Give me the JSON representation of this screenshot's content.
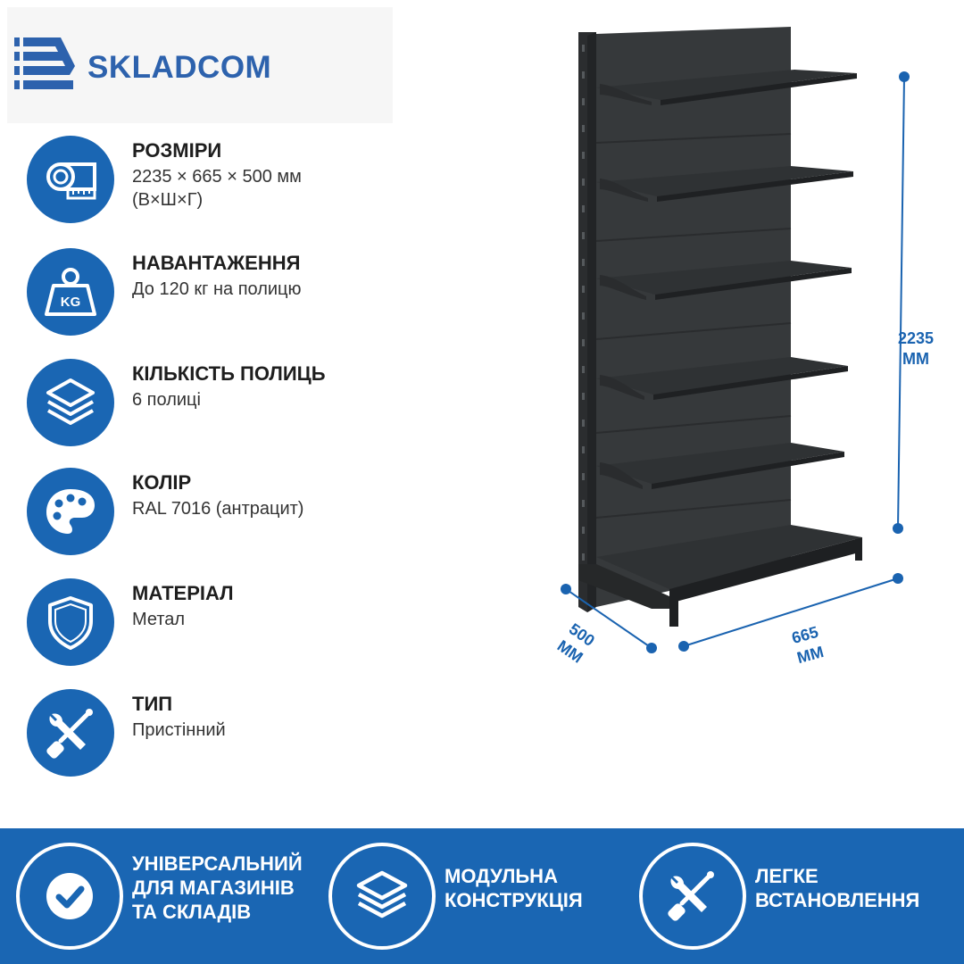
{
  "brand": {
    "name": "SKLADCOM",
    "colors": {
      "primary": "#1a66b3",
      "logo": "#2d62ad",
      "shelf": "#2b2d2f"
    }
  },
  "features": [
    {
      "icon": "tape-measure-icon",
      "title": "РОЗМІРИ",
      "lines": [
        "2235 × 665 × 500 мм",
        "(В×Ш×Г)"
      ]
    },
    {
      "icon": "weight-kg-icon",
      "title": "НАВАНТАЖЕННЯ",
      "lines": [
        "До 120 кг на полицю"
      ]
    },
    {
      "icon": "layers-icon",
      "title": "КІЛЬКІСТЬ ПОЛИЦЬ",
      "lines": [
        "6 полиці"
      ]
    },
    {
      "icon": "palette-icon",
      "title": "КОЛІР",
      "lines": [
        "RAL 7016 (антрацит)"
      ]
    },
    {
      "icon": "shield-icon",
      "title": "МАТЕРІАЛ",
      "lines": [
        "Метал"
      ]
    },
    {
      "icon": "tools-icon",
      "title": "ТИП",
      "lines": [
        "Пристінний"
      ]
    }
  ],
  "dimensions": {
    "height": {
      "value": "2235",
      "unit": "ММ"
    },
    "width": {
      "value": "665",
      "unit": "ММ"
    },
    "depth": {
      "value": "500",
      "unit": "ММ"
    }
  },
  "banner": [
    {
      "icon": "check-icon",
      "lines": [
        "УНІВЕРСАЛЬНИЙ",
        "ДЛЯ МАГАЗИНІВ",
        "ТА СКЛАДІВ"
      ]
    },
    {
      "icon": "layers-icon",
      "lines": [
        "МОДУЛЬНА",
        "КОНСТРУКЦІЯ"
      ]
    },
    {
      "icon": "tools-icon",
      "lines": [
        "ЛЕГКЕ",
        "ВСТАНОВЛЕННЯ"
      ]
    }
  ]
}
